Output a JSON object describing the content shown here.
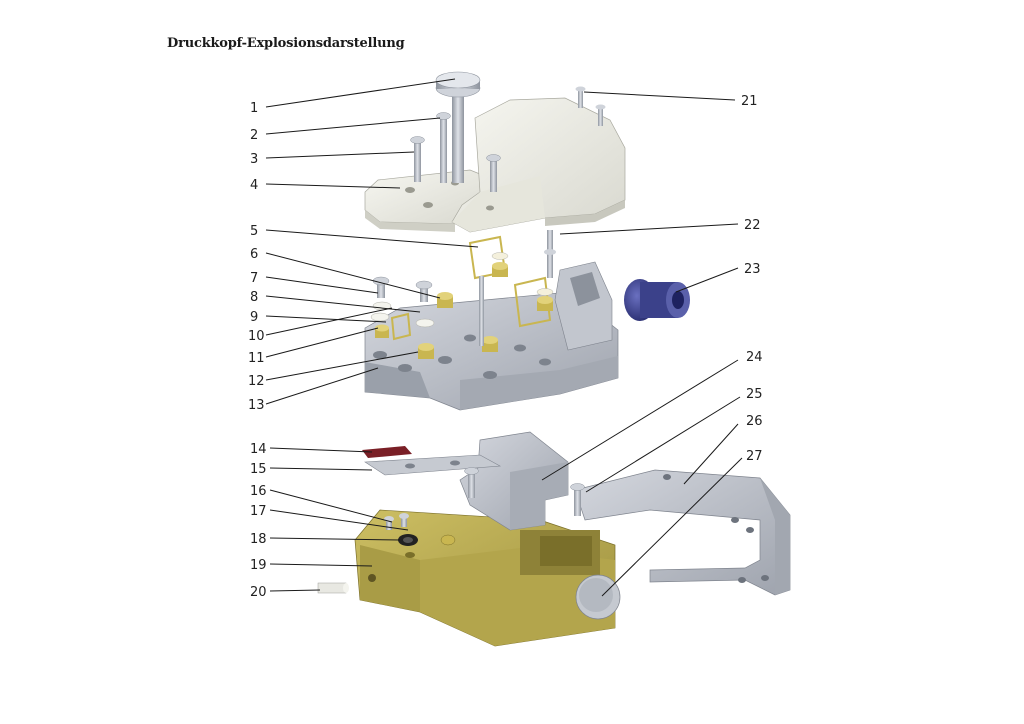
{
  "title": "Druckkopf-Explosionsdarstellung",
  "colors": {
    "cover": "#eeeee6",
    "grey_part": "#b8bcc4",
    "base": "#b5a752",
    "brass": "#c9b650",
    "blue_part": "#343a80",
    "red_strip": "#7a1f26"
  },
  "callouts": {
    "c1": "1",
    "c2": "2",
    "c3": "3",
    "c4": "4",
    "c5": "5",
    "c6": "6",
    "c7": "7",
    "c8": "8",
    "c9": "9",
    "c10": "10",
    "c11": "11",
    "c12": "12",
    "c13": "13",
    "c14": "14",
    "c15": "15",
    "c16": "16",
    "c17": "17",
    "c18": "18",
    "c19": "19",
    "c20": "20",
    "c21": "21",
    "c22": "22",
    "c23": "23",
    "c24": "24",
    "c25": "25",
    "c26": "26",
    "c27": "27"
  }
}
